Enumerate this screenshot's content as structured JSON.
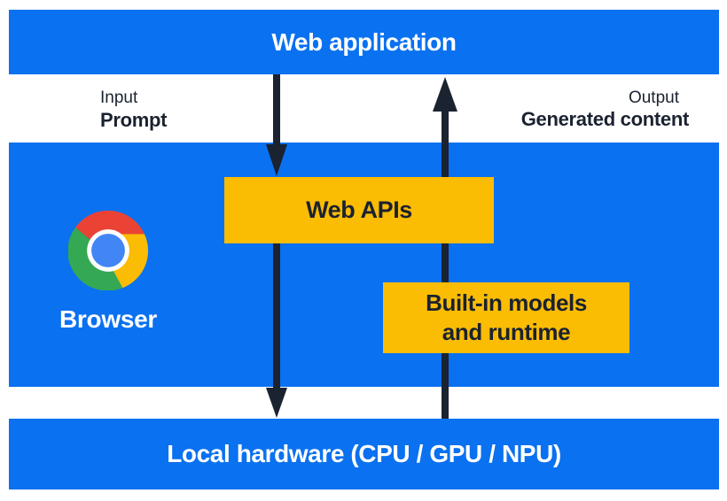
{
  "colors": {
    "blue": "#0A71F0",
    "yellow": "#FBBC04",
    "dark": "#1B2230",
    "white_text": "#FFFFFF",
    "logo_red": "#EA4335",
    "logo_yellow": "#FBBC05",
    "logo_green": "#34A853",
    "logo_blue": "#4285F4"
  },
  "top_bar": {
    "label": "Web application"
  },
  "flow_labels": {
    "input_title": "Input",
    "input_value": "Prompt",
    "output_title": "Output",
    "output_value": "Generated content"
  },
  "browser_section": {
    "logo": "chrome-logo",
    "label": "Browser"
  },
  "boxes": {
    "web_apis": "Web APIs",
    "builtin_line1": "Built-in models",
    "builtin_line2": "and runtime"
  },
  "arrows": {
    "down": "input-arrow-web-app-to-web-apis-to-hardware",
    "up": "output-arrow-hardware-to-web-app"
  },
  "bottom_bar": {
    "label": "Local hardware (CPU / GPU / NPU)"
  }
}
